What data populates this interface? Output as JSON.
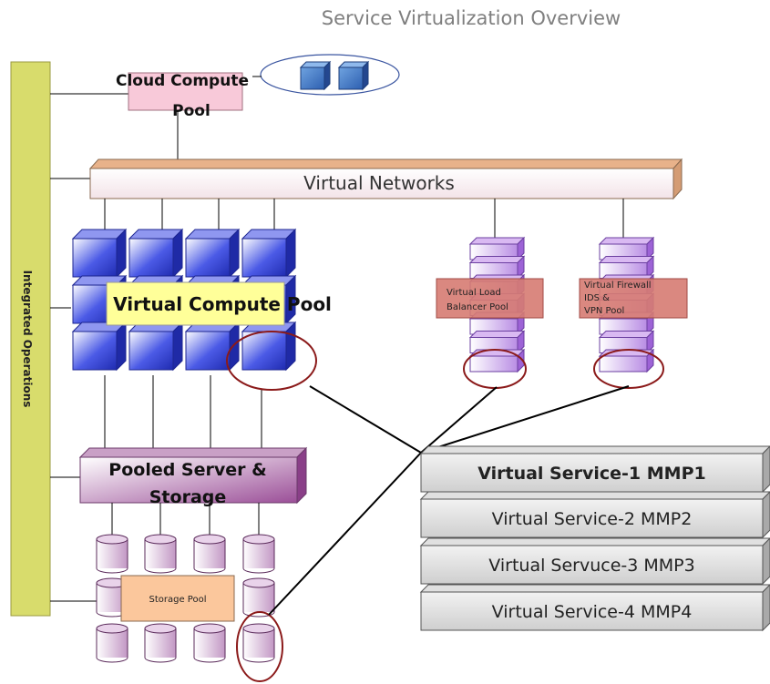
{
  "title": "Service Virtualization Overview",
  "integrated_operations": "Integrated Operations",
  "cloud_compute_pool": [
    "Cloud Compute",
    "Pool"
  ],
  "virtual_networks": "Virtual Networks",
  "virtual_compute_pool": "Virtual Compute Pool",
  "load_balancer_pool": [
    "Virtual Load",
    "Balancer Pool"
  ],
  "firewall_pool": [
    "Virtual Firewall",
    "IDS &",
    "VPN Pool"
  ],
  "pooled_server_storage": [
    "Pooled Server &",
    "Storage"
  ],
  "storage_pool": "Storage Pool",
  "services": [
    "Virtual Service-1 MMP1",
    "Virtual Service-2 MMP2",
    "Virtual Servuce-3 MMP3",
    "Virtual Service-4 MMP4"
  ],
  "colors": {
    "ops_bar": "#d6dc6a",
    "cloud_box": "#f8c9d9",
    "network_bar": "#e8b58e",
    "compute_cube": "#3848d8",
    "compute_label_bg": "#ffff99",
    "purple_stack": "#c79be8",
    "red_label": "#d9766f",
    "pooled_box": "#a45fa3",
    "storage_cyl": "#c9a0c9",
    "storage_label_bg": "#fbc79c",
    "service_box": "#cccccc",
    "highlight_ring": "#8b1a1a"
  }
}
